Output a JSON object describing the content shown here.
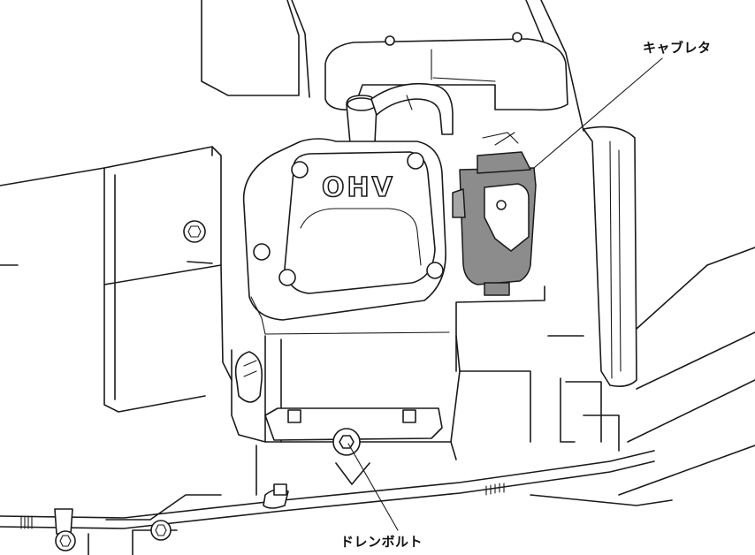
{
  "labels": {
    "carburetor": "キャブレタ",
    "drain_bolt": "ドレンボルト"
  },
  "engine_marking": "OHV",
  "colors": {
    "line": "#1a1a1a",
    "carburetor_fill": "#8c8c8c",
    "background": "#ffffff"
  }
}
